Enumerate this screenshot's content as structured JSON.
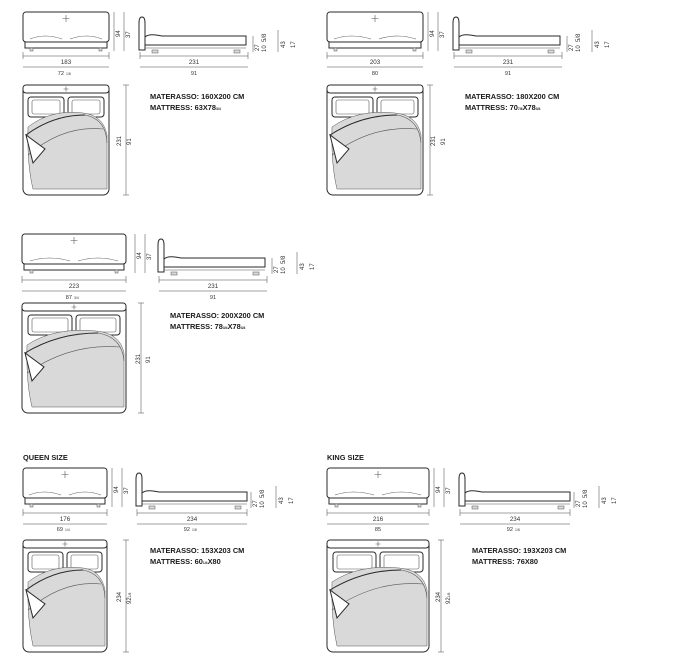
{
  "beds": [
    {
      "id": "160",
      "size_label": "",
      "front": {
        "width": "183",
        "width_in": "72",
        "width_frac": "1/8",
        "height": "94",
        "height_in": "37"
      },
      "side": {
        "length": "231",
        "length_in": "91",
        "frame_h": "27",
        "frame_h_in": "10",
        "frame_frac": "5/8",
        "seat_h": "43",
        "seat_h_in": "17"
      },
      "top": {
        "length": "231",
        "length_in": "91"
      },
      "spec_it": "MATERASSO: 160X200 CM",
      "spec_en": "MATTRESS: 63X78",
      "spec_en_frac": "3/4"
    },
    {
      "id": "180",
      "size_label": "",
      "front": {
        "width": "203",
        "width_in": "80",
        "width_frac": "",
        "height": "94",
        "height_in": "37"
      },
      "side": {
        "length": "231",
        "length_in": "91",
        "frame_h": "27",
        "frame_h_in": "10",
        "frame_frac": "5/8",
        "seat_h": "43",
        "seat_h_in": "17"
      },
      "top": {
        "length": "231",
        "length_in": "91"
      },
      "spec_it": "MATERASSO: 180X200 CM",
      "spec_en": "MATTRESS: 70",
      "spec_en_frac": "7/8",
      "spec_en_tail": "X78",
      "spec_en_tail_frac": "3/4"
    },
    {
      "id": "200",
      "size_label": "",
      "front": {
        "width": "223",
        "width_in": "87",
        "width_frac": "3/4",
        "height": "94",
        "height_in": "37"
      },
      "side": {
        "length": "231",
        "length_in": "91",
        "frame_h": "27",
        "frame_h_in": "10",
        "frame_frac": "5/8",
        "seat_h": "43",
        "seat_h_in": "17"
      },
      "top": {
        "length": "231",
        "length_in": "91"
      },
      "spec_it": "MATERASSO: 200X200 CM",
      "spec_en": "MATTRESS: 78",
      "spec_en_frac": "3/4",
      "spec_en_tail": "X78",
      "spec_en_tail_frac": "3/4"
    },
    {
      "id": "queen",
      "size_label": "QUEEN SIZE",
      "front": {
        "width": "176",
        "width_in": "69",
        "width_frac": "1/4",
        "height": "94",
        "height_in": "37"
      },
      "side": {
        "length": "234",
        "length_in": "92",
        "length_frac": "1/8",
        "frame_h": "27",
        "frame_h_in": "10",
        "frame_frac": "5/8",
        "seat_h": "43",
        "seat_h_in": "17"
      },
      "top": {
        "length": "234",
        "length_in": "92",
        "length_frac": "1/8"
      },
      "spec_it": "MATERASSO: 153X203 CM",
      "spec_en": "MATTRESS: 60",
      "spec_en_frac": "1/4",
      "spec_en_tail": "X80",
      "spec_en_tail_frac": ""
    },
    {
      "id": "king",
      "size_label": "KING SIZE",
      "front": {
        "width": "216",
        "width_in": "85",
        "width_frac": "",
        "height": "94",
        "height_in": "37"
      },
      "side": {
        "length": "234",
        "length_in": "92",
        "length_frac": "1/8",
        "frame_h": "27",
        "frame_h_in": "10",
        "frame_frac": "5/8",
        "seat_h": "43",
        "seat_h_in": "17"
      },
      "top": {
        "length": "234",
        "length_in": "92",
        "length_frac": "1/8"
      },
      "spec_it": "MATERASSO: 193X203 CM",
      "spec_en": "MATTRESS: 76X80",
      "spec_en_frac": ""
    }
  ]
}
